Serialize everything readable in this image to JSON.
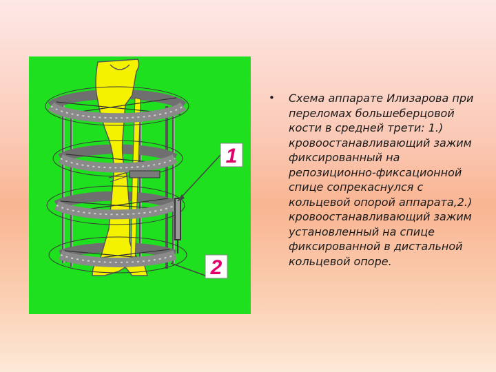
{
  "figure": {
    "background_color": "#1ee01e",
    "bone_color": "#f5f200",
    "ring_color": "#8a8a8a",
    "label_color": "#e0006a",
    "labels": {
      "one": "1",
      "two": "2"
    }
  },
  "description": {
    "bullet": "•",
    "text": "Схема аппарате Илизарова при переломах большеберцовой кости в средней трети: 1.) кровоостанавливающий зажим фиксированный на репозиционно-фиксационной спице сопрекаснулся с кольцевой опорой аппарата,2.) кровоостанавливающий зажим установленный на спице фиксированной в дистальной кольцевой опоре."
  }
}
